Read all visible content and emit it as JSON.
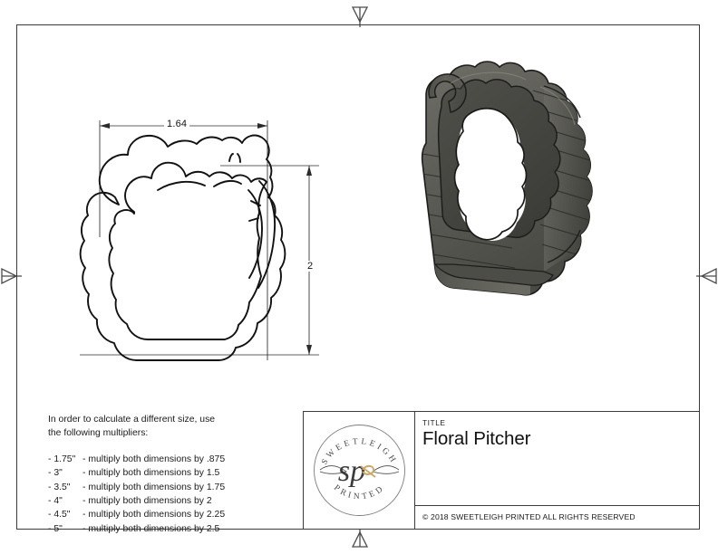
{
  "document": {
    "type": "technical-drawing",
    "sheet_size": [
      792,
      612
    ]
  },
  "dimensions": {
    "width_label": "1.64",
    "height_label": "2"
  },
  "notes": {
    "intro_line1": "In order to calculate a different size, use",
    "intro_line2": "the following multipliers:",
    "multipliers": [
      {
        "size": "- 1.75\"",
        "text": "- multiply both dimensions by .875"
      },
      {
        "size": "- 3\"",
        "text": "- multiply both dimensions by 1.5"
      },
      {
        "size": "- 3.5\"",
        "text": "- multiply both dimensions by 1.75"
      },
      {
        "size": "- 4\"",
        "text": "- multiply both dimensions by 2"
      },
      {
        "size": "- 4.5\"",
        "text": "- multiply both dimensions by 2.25"
      },
      {
        "size": "- 5\"",
        "text": "- multiply both dimensions by 2.5"
      }
    ]
  },
  "title_block": {
    "title_label": "TITLE",
    "title_value": "Floral Pitcher",
    "copyright": "© 2018  SWEETLEIGH PRINTED  ALL RIGHTS RESERVED",
    "logo": {
      "top_arc_text": "SWEETLEIGH",
      "bottom_arc_text": "PRINTED",
      "monogram": "sp",
      "accent_color": "#c9a96a",
      "ink_color": "#3a3a3a"
    }
  },
  "views": {
    "outline_view": {
      "name": "2d-outline-profile",
      "description": "Floral pitcher cookie cutter profile outline"
    },
    "model_view": {
      "name": "3d-isometric-model",
      "description": "Isometric shaded render of floral pitcher cookie cutter",
      "body_color": "#55554f",
      "highlight_color": "#77776f",
      "shadow_color": "#3c3c38"
    }
  },
  "colors": {
    "frame_line": "#3b3b3b",
    "dimension_line": "#2b2b2b",
    "outline_stroke": "#111111",
    "paper": "#ffffff"
  }
}
